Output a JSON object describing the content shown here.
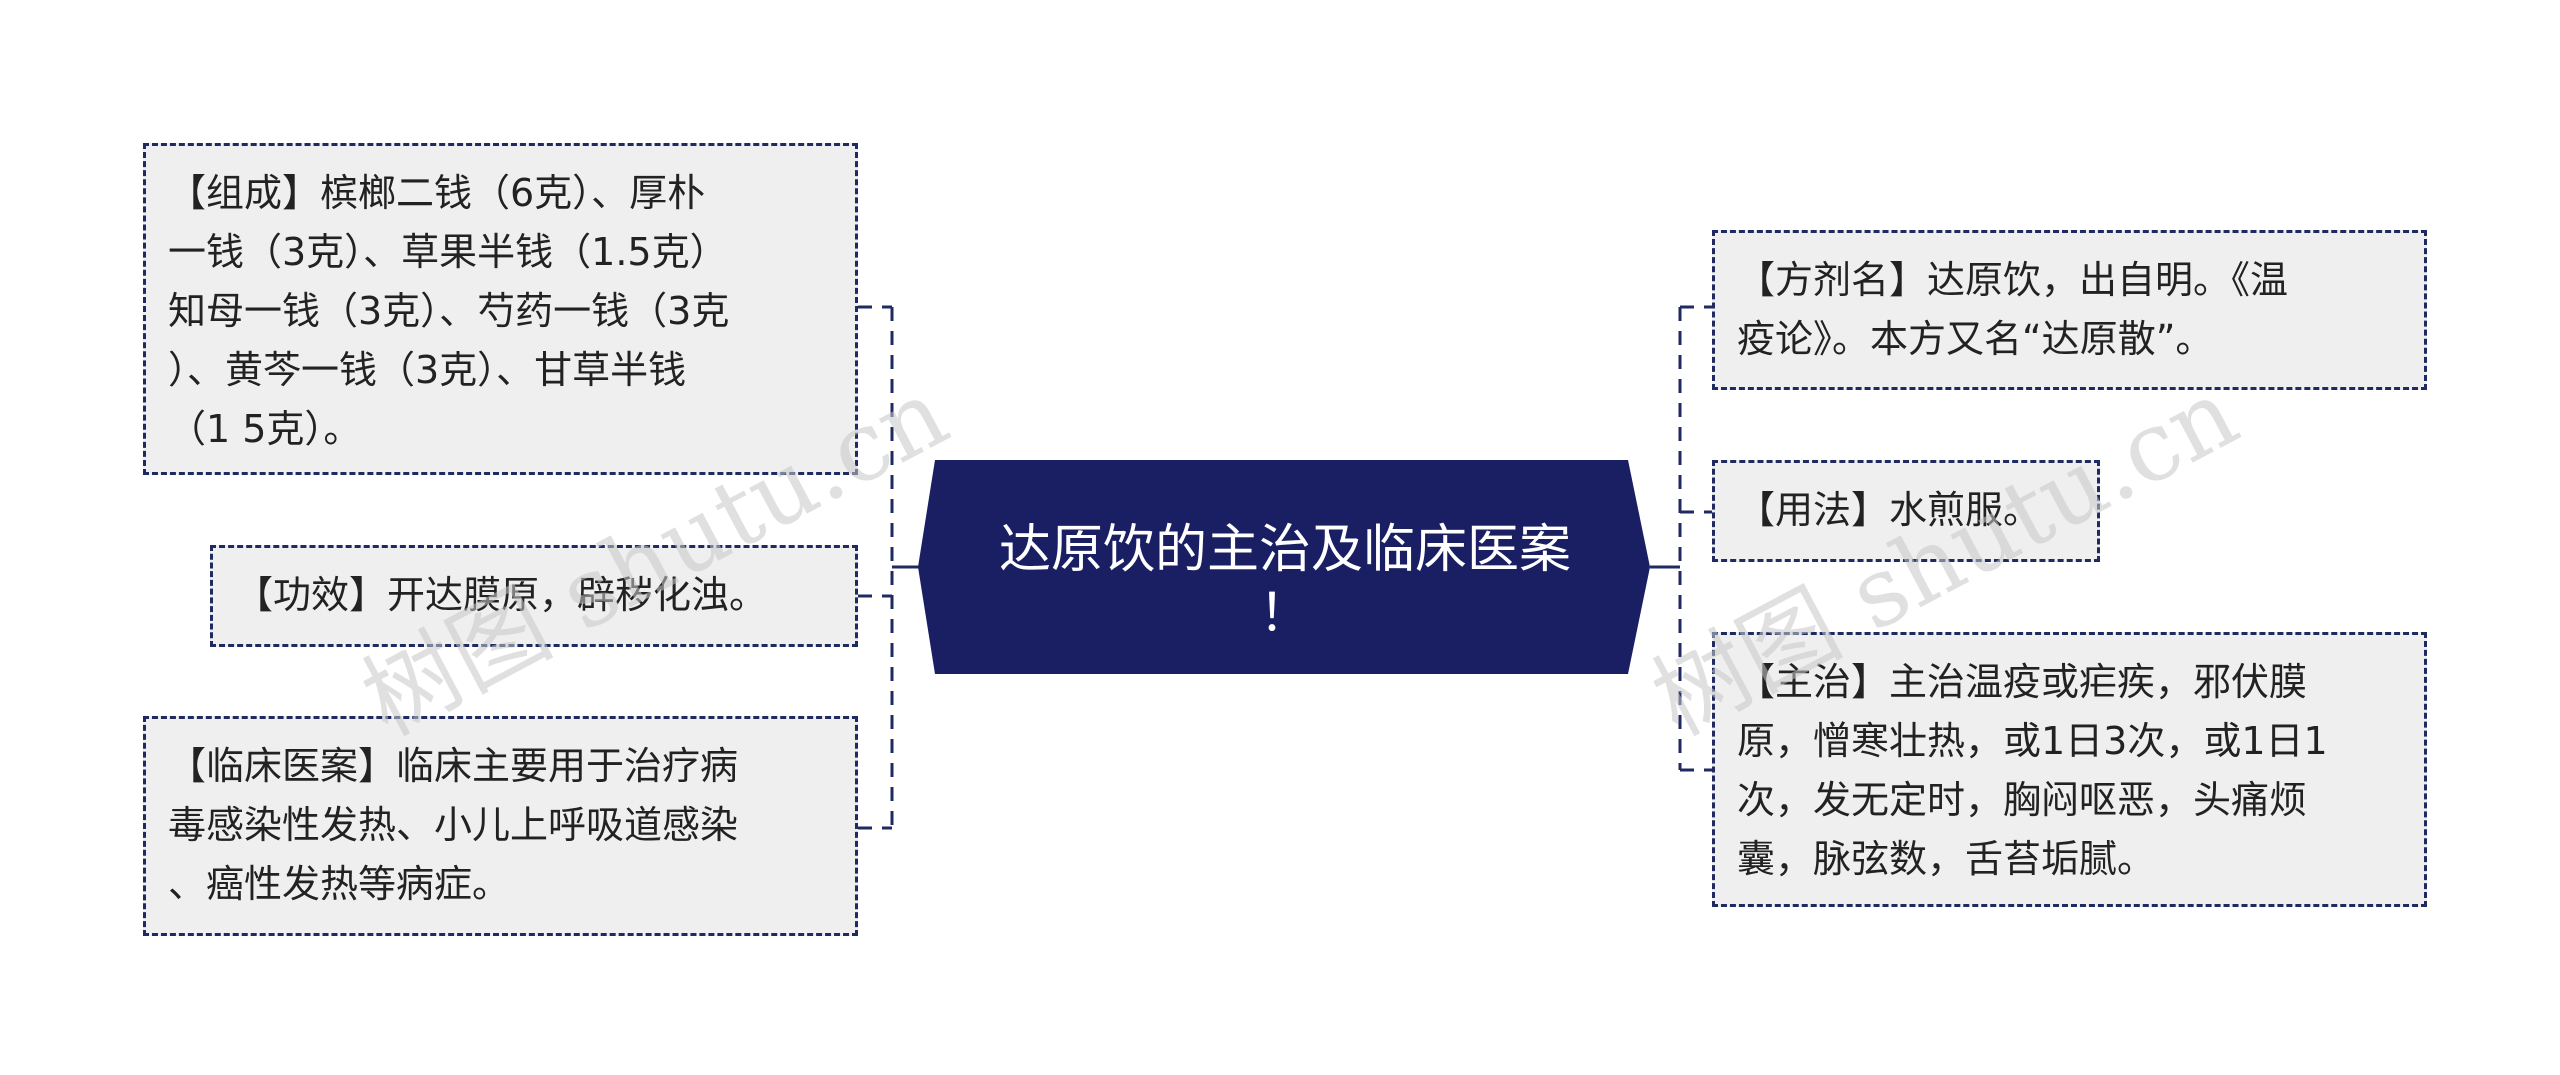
{
  "colors": {
    "center_fill": "#1a1f63",
    "connector": "#1f2a63",
    "node_fill": "#efefef",
    "watermark": "#c8c8c8"
  },
  "center": {
    "title": "达原饮的主治及临床医案\n！"
  },
  "left_nodes": [
    {
      "text": "【组成】槟榔二钱（6克）、厚朴\n一钱（3克）、草果半钱（1.5克）\n知母一钱（3克）、芍药一钱（3克\n）、黄芩一钱（3克）、甘草半钱\n（1 5克）。"
    },
    {
      "text": "【功效】开达膜原，辟秽化浊。"
    },
    {
      "text": "【临床医案】临床主要用于治疗病\n毒感染性发热、小儿上呼吸道感染\n、癌性发热等病症。"
    }
  ],
  "right_nodes": [
    {
      "text": "【方剂名】达原饮，出自明。《温\n疫论》。本方又名“达原散”。"
    },
    {
      "text": "【用法】水煎服。"
    },
    {
      "text": "【主治】主治温疫或疟疾，邪伏膜\n原，憎寒壮热，或1日3次，或1日1\n次，发无定时，胸闷呕恶，头痛烦\n囊，脉弦数，舌苔垢腻。"
    }
  ],
  "watermarks": [
    "树图 shutu.cn",
    "树图 shutu.cn"
  ]
}
